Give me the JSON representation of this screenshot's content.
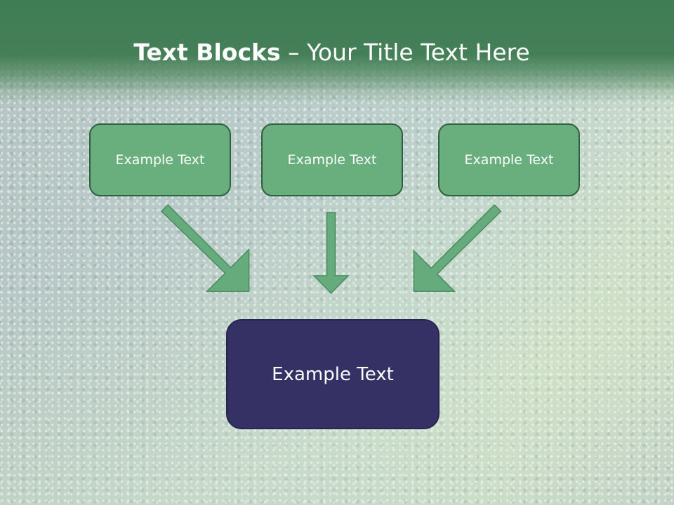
{
  "title": {
    "bold": "Text Blocks",
    "separator": " – ",
    "regular": "Your Title Text Here"
  },
  "blocks": {
    "top": [
      "Example Text",
      "Example Text",
      "Example Text"
    ],
    "bottom": "Example Text"
  },
  "colors": {
    "header": "#447f58",
    "top_block_fill": "#69ae7d",
    "top_block_border": "#2f5f40",
    "bottom_block_fill": "#353165",
    "arrow_fill": "#66ab7b"
  }
}
